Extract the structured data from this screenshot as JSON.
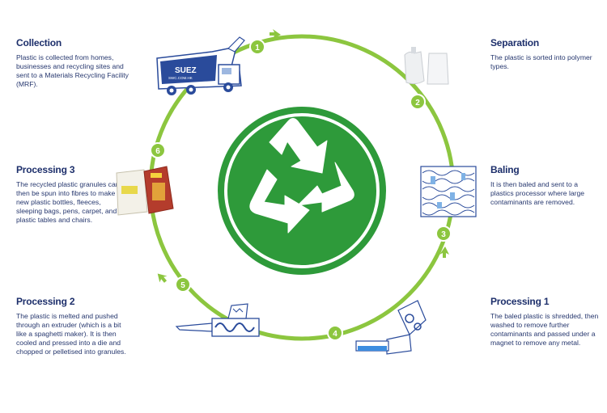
{
  "steps": [
    {
      "number": "1",
      "title": "Collection",
      "text": "Plastic is collected from homes, businesses and recycling sites and sent to a Materials Recycling Facility (MRF)."
    },
    {
      "number": "2",
      "title": "Separation",
      "text": "The plastic is sorted into polymer types."
    },
    {
      "number": "3",
      "title": "Baling",
      "text": "It is then baled and sent to a plastics processor where large contaminants are removed."
    },
    {
      "number": "4",
      "title": "Processing 1",
      "text": "The baled plastic is shredded, then washed to remove further contaminants and passed under a magnet to remove any metal."
    },
    {
      "number": "5",
      "title": "Processing 2",
      "text": "The plastic is melted and pushed through an extruder (which is a bit like a spaghetti maker). It is then cooled and pressed into a die and chopped or pelletised into granules."
    },
    {
      "number": "6",
      "title": "Processing 3",
      "text": "The recycled plastic granules can then be spun into fibres to make new plastic bottles, fleeces, sleeping bags, pens, carpet, and plastic tables and chairs."
    }
  ],
  "truck": {
    "brand": "SUEZ",
    "sub": "SWC.COM.HK"
  },
  "colors": {
    "ring": "#8cc63f",
    "badge": "#2e9a3a",
    "text": "#1d2f6b",
    "illustration": "#2a4b9b"
  }
}
